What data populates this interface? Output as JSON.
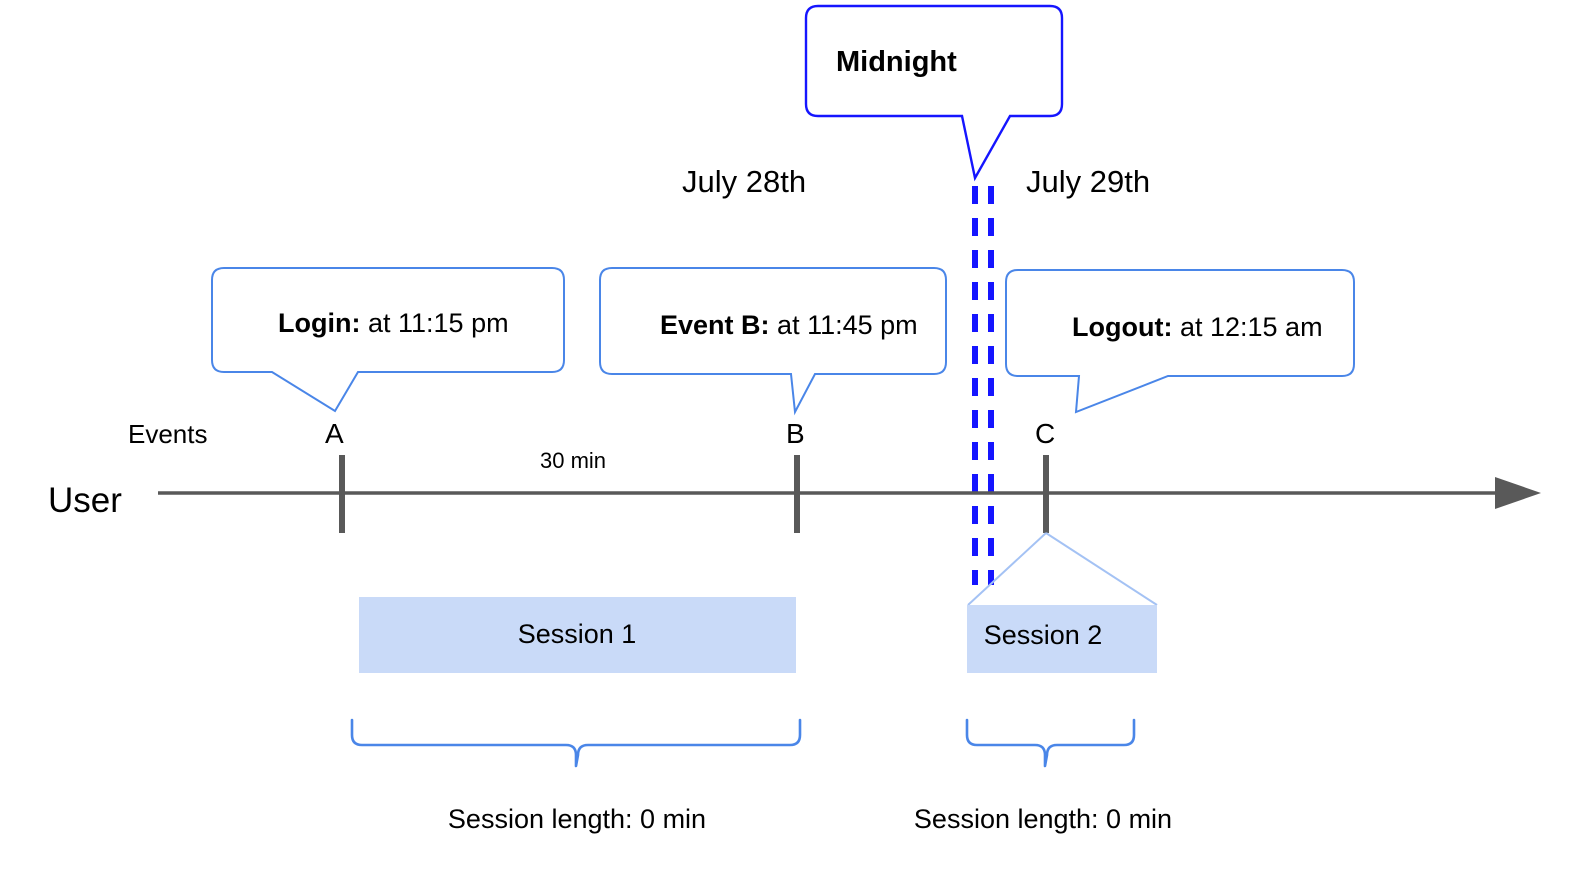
{
  "diagram": {
    "title": "User session timeline across midnight",
    "colors": {
      "callout_border": "#4a86e8",
      "midnight_border": "#1515ff",
      "midnight_dash": "#1515ff",
      "session_fill": "#c9daf8",
      "session_edge": "#a4c2f4",
      "axis": "#595959",
      "tick": "#595959",
      "brace": "#4a86e8",
      "text": "#000000"
    },
    "row_labels": {
      "events": "Events",
      "user": "User"
    },
    "dates": [
      {
        "label": "July 28th"
      },
      {
        "label": "July 29th"
      }
    ],
    "midnight": {
      "label": "Midnight"
    },
    "events": [
      {
        "marker": "A",
        "title": "Login:",
        "detail": " at 11:15 pm"
      },
      {
        "marker": "B",
        "title": "Event B:",
        "detail": " at 11:45 pm"
      },
      {
        "marker": "C",
        "title": "Logout:",
        "detail": " at 12:15 am"
      }
    ],
    "gap_label": "30 min",
    "sessions": [
      {
        "name": "Session 1",
        "length_label": "Session length: 0 min"
      },
      {
        "name": "Session 2",
        "length_label": "Session length: 0 min"
      }
    ]
  }
}
